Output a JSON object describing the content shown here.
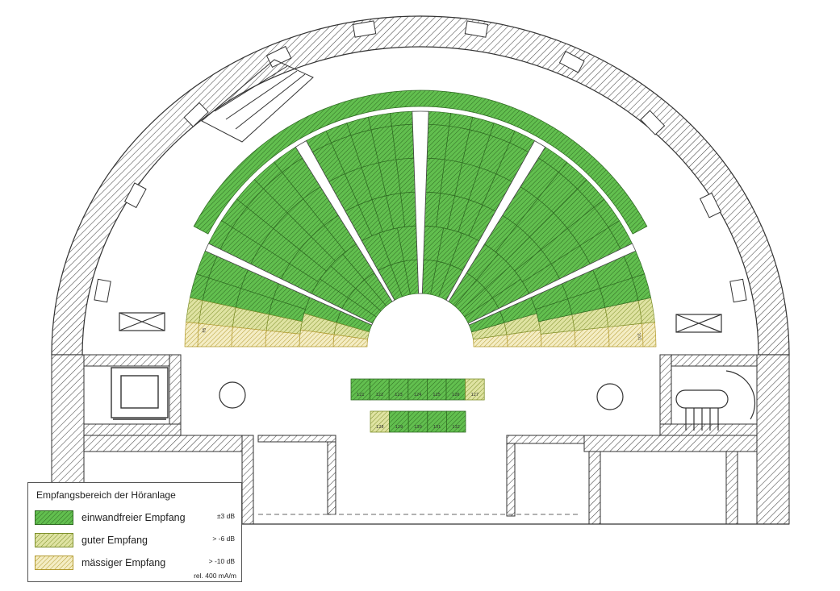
{
  "colors": {
    "excellent_fill": "#5dbb4a",
    "excellent_hatch": "#2f6a22",
    "good_fill": "#d8de96",
    "good_hatch": "#7d8f2a",
    "moderate_fill": "#f2e8b6",
    "moderate_hatch": "#b39a2e",
    "wall": "#333333"
  },
  "legend": {
    "title": "Empfangsbereich der Höranlage",
    "items": [
      {
        "label": "einwandfreier Empfang",
        "value": "±3 dB",
        "level": "excellent"
      },
      {
        "label": "guter Empfang",
        "value": "> -6 dB",
        "level": "good"
      },
      {
        "label": "mässiger Empfang",
        "value": "> -10 dB",
        "level": "moderate"
      }
    ],
    "reference": "rel. 400 mA/m"
  },
  "stage_seats": {
    "row1": [
      "121",
      "122",
      "123",
      "124",
      "125",
      "126",
      "127"
    ],
    "row2": [
      "128",
      "129",
      "130",
      "131",
      "132"
    ]
  },
  "auditorium_labels": {
    "left_front": "95",
    "right_front": "101"
  }
}
